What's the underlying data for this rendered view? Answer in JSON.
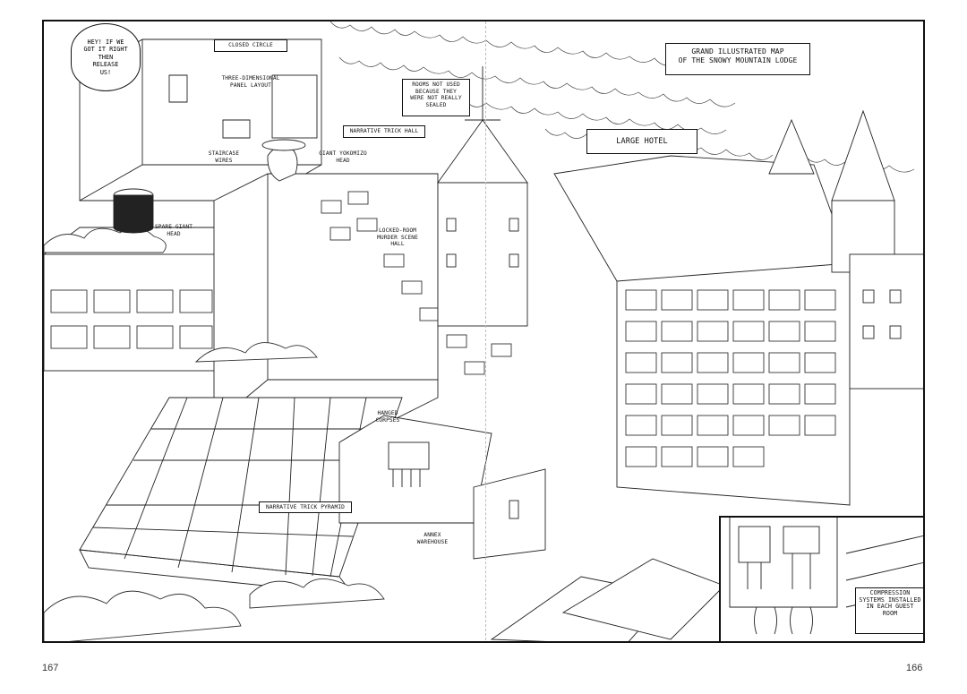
{
  "speech_bubble": "HEY! IF WE\nGOT IT RIGHT\nTHEN\nRELEASE\nUS!",
  "labels": {
    "closed_circle": "CLOSED CIRCLE",
    "three_dimensional": "THREE-DIMENSIONAL\nPANEL LAYOUT",
    "rooms_not_used": "ROOMS NOT USED\nBECAUSE THEY\nWERE NOT REALLY\nSEALED",
    "narrative_hall": "NARRATIVE TRICK HALL",
    "staircase_wires": "STAIRCASE\nWIRES",
    "giant_head": "GIANT YOKOMIZO\nHEAD",
    "spare_head": "SPARE GIANT\nHEAD",
    "locked_room": "LOCKED-ROOM\nMURDER SCENE\nHALL",
    "map_title": "GRAND ILLUSTRATED MAP\nOF THE SNOWY MOUNTAIN LODGE",
    "large_hotel": "LARGE HOTEL",
    "hanged_corpses": "HANGED\nCORPSES",
    "narrative_pyramid": "NARRATIVE TRICK PYRAMID",
    "annex_warehouse": "ANNEX\nWAREHOUSE",
    "compression": "COMPRESSION\nSYSTEMS INSTALLED\nIN EACH GUEST\nROOM"
  },
  "page_numbers": {
    "left": "167",
    "right": "166"
  },
  "colors": {
    "ink": "#111111",
    "paper": "#ffffff",
    "border": "#111111"
  }
}
